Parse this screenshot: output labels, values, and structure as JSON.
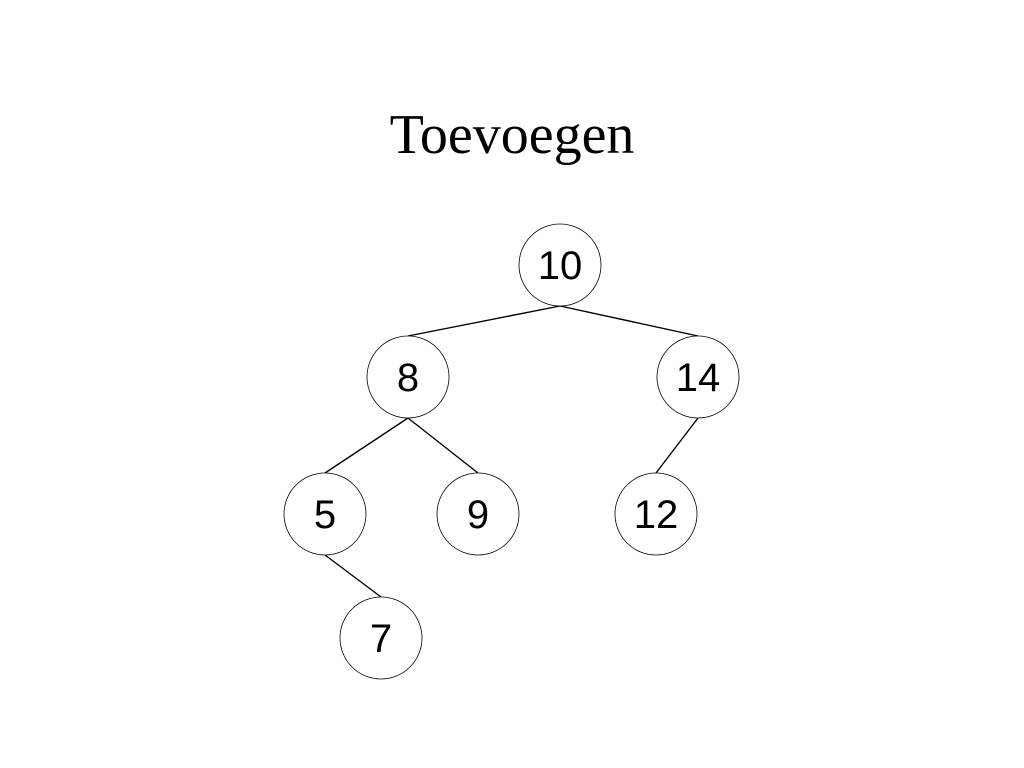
{
  "title": "Toevoegen",
  "tree": {
    "nodes": [
      {
        "id": "n10",
        "label": "10"
      },
      {
        "id": "n8",
        "label": "8"
      },
      {
        "id": "n14",
        "label": "14"
      },
      {
        "id": "n5",
        "label": "5"
      },
      {
        "id": "n9",
        "label": "9"
      },
      {
        "id": "n12",
        "label": "12"
      },
      {
        "id": "n7",
        "label": "7"
      }
    ],
    "edges": [
      {
        "from": "n10",
        "to": "n8"
      },
      {
        "from": "n10",
        "to": "n14"
      },
      {
        "from": "n8",
        "to": "n5"
      },
      {
        "from": "n8",
        "to": "n9"
      },
      {
        "from": "n14",
        "to": "n12"
      },
      {
        "from": "n5",
        "to": "n7"
      }
    ]
  }
}
